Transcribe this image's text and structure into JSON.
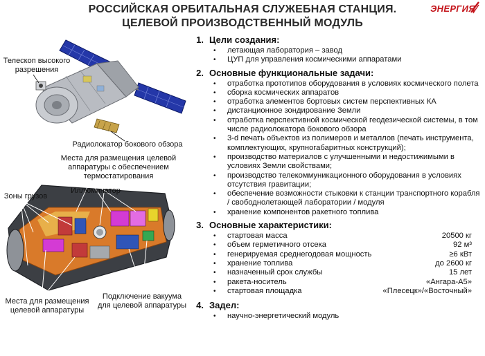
{
  "header": {
    "title_line1": "РОССИЙСКАЯ ОРБИТАЛЬНАЯ СЛУЖЕБНАЯ СТАНЦИЯ.",
    "title_line2": "ЦЕЛЕВОЙ ПРОИЗВОДСТВЕННЫЙ МОДУЛЬ",
    "logo_text": "ЭНЕРГИЯ"
  },
  "colors": {
    "logo_red": "#c4161c",
    "panel_blue": "#2437a8",
    "module_grey": "#b9bcc2"
  },
  "callouts": {
    "telescope": "Телескоп высокого разрешения",
    "radar": "Радиолокатор бокового обзора",
    "target_places": "Места для размещения целевой аппаратуры с обеспечением термостатирования",
    "cargo_zones": "Зоны грузов",
    "porthole": "Иллюминатор",
    "equipment_places": "Места для размещения целевой аппаратуры",
    "vacuum": "Подключение вакуума для целевой аппаратуры"
  },
  "sections": [
    {
      "num": "1.",
      "heading": "Цели создания:",
      "items": [
        "летающая лаборатория – завод",
        "ЦУП для управления космическими аппаратами"
      ]
    },
    {
      "num": "2.",
      "heading": "Основные функциональные задачи:",
      "items": [
        "отработка прототипов оборудования в условиях космического полета",
        "сборка космических аппаратов",
        "отработка элементов бортовых систем перспективных КА",
        "дистанционное зондирование Земли",
        "отработка перспективной космической геодезической системы, в том числе радиолокатора бокового обзора",
        "3-d печать объектов из полимеров и металлов (печать инструмента, комплектующих, крупногабаритных конструкций);",
        "производство материалов с улучшенными и недостижимыми в условиях Земли свойствами;",
        "производство телекоммуникационного оборудования в условиях отсутствия гравитации;",
        "обеспечение возможности стыковки к станции транспортного корабля / свободнолетающей лаборатории / модуля",
        "хранение компонентов ракетного топлива"
      ]
    },
    {
      "num": "3.",
      "heading": "Основные характеристики:",
      "rows": [
        {
          "label": "стартовая масса",
          "value": "20500 кг"
        },
        {
          "label": "объем герметичного отсека",
          "value": "92 м³"
        },
        {
          "label": "генерируемая среднегодовая мощность",
          "value": "≥6 кВт"
        },
        {
          "label": "хранение топлива",
          "value": "до 2600 кг"
        },
        {
          "label": "назначенный срок службы",
          "value": "15 лет"
        },
        {
          "label": "ракета-носитель",
          "value": "«Ангара-А5»"
        },
        {
          "label": "стартовая площадка",
          "value": "«Плесецк»/«Восточный»"
        }
      ]
    },
    {
      "num": "4.",
      "heading": "Задел:",
      "items": [
        "научно-энергетический модуль"
      ]
    }
  ]
}
